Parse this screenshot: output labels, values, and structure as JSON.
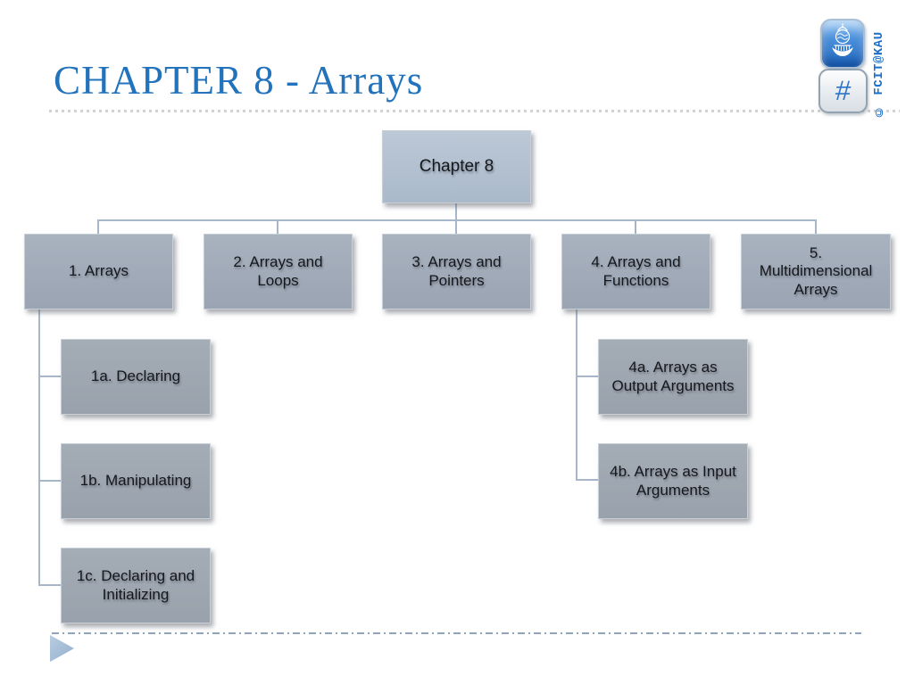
{
  "slide": {
    "title": "CHAPTER 8 - Arrays",
    "copyright": "© FCIT@KAU",
    "hash_symbol": "#"
  },
  "diagram": {
    "root": {
      "label": "Chapter 8"
    },
    "level2": [
      {
        "label": "1. Arrays"
      },
      {
        "label": "2. Arrays and Loops"
      },
      {
        "label": "3. Arrays and Pointers"
      },
      {
        "label": "4. Arrays and Functions"
      },
      {
        "label": "5. Multidimensional Arrays"
      }
    ],
    "children_of_arrays": [
      {
        "label": "1a. Declaring"
      },
      {
        "label": "1b. Manipulating"
      },
      {
        "label": "1c. Declaring and Initializing"
      }
    ],
    "children_of_functions": [
      {
        "label": "4a. Arrays as Output Arguments"
      },
      {
        "label": "4b. Arrays as Input Arguments"
      }
    ]
  },
  "icons": {
    "kau_logo": "kau-university-emblem",
    "hash_badge": "slide-number-placeholder",
    "footer_arrow": "play-triangle"
  },
  "colors": {
    "title_blue": "#2273bc",
    "copyright_blue": "#1b6fc8",
    "root_fill": "#b3bfcc",
    "level2_fill": "#a2abb8",
    "sub_fill": "#9da5b0",
    "connector": "#a6b7ca",
    "badge_blue": "#2a6fc0"
  }
}
